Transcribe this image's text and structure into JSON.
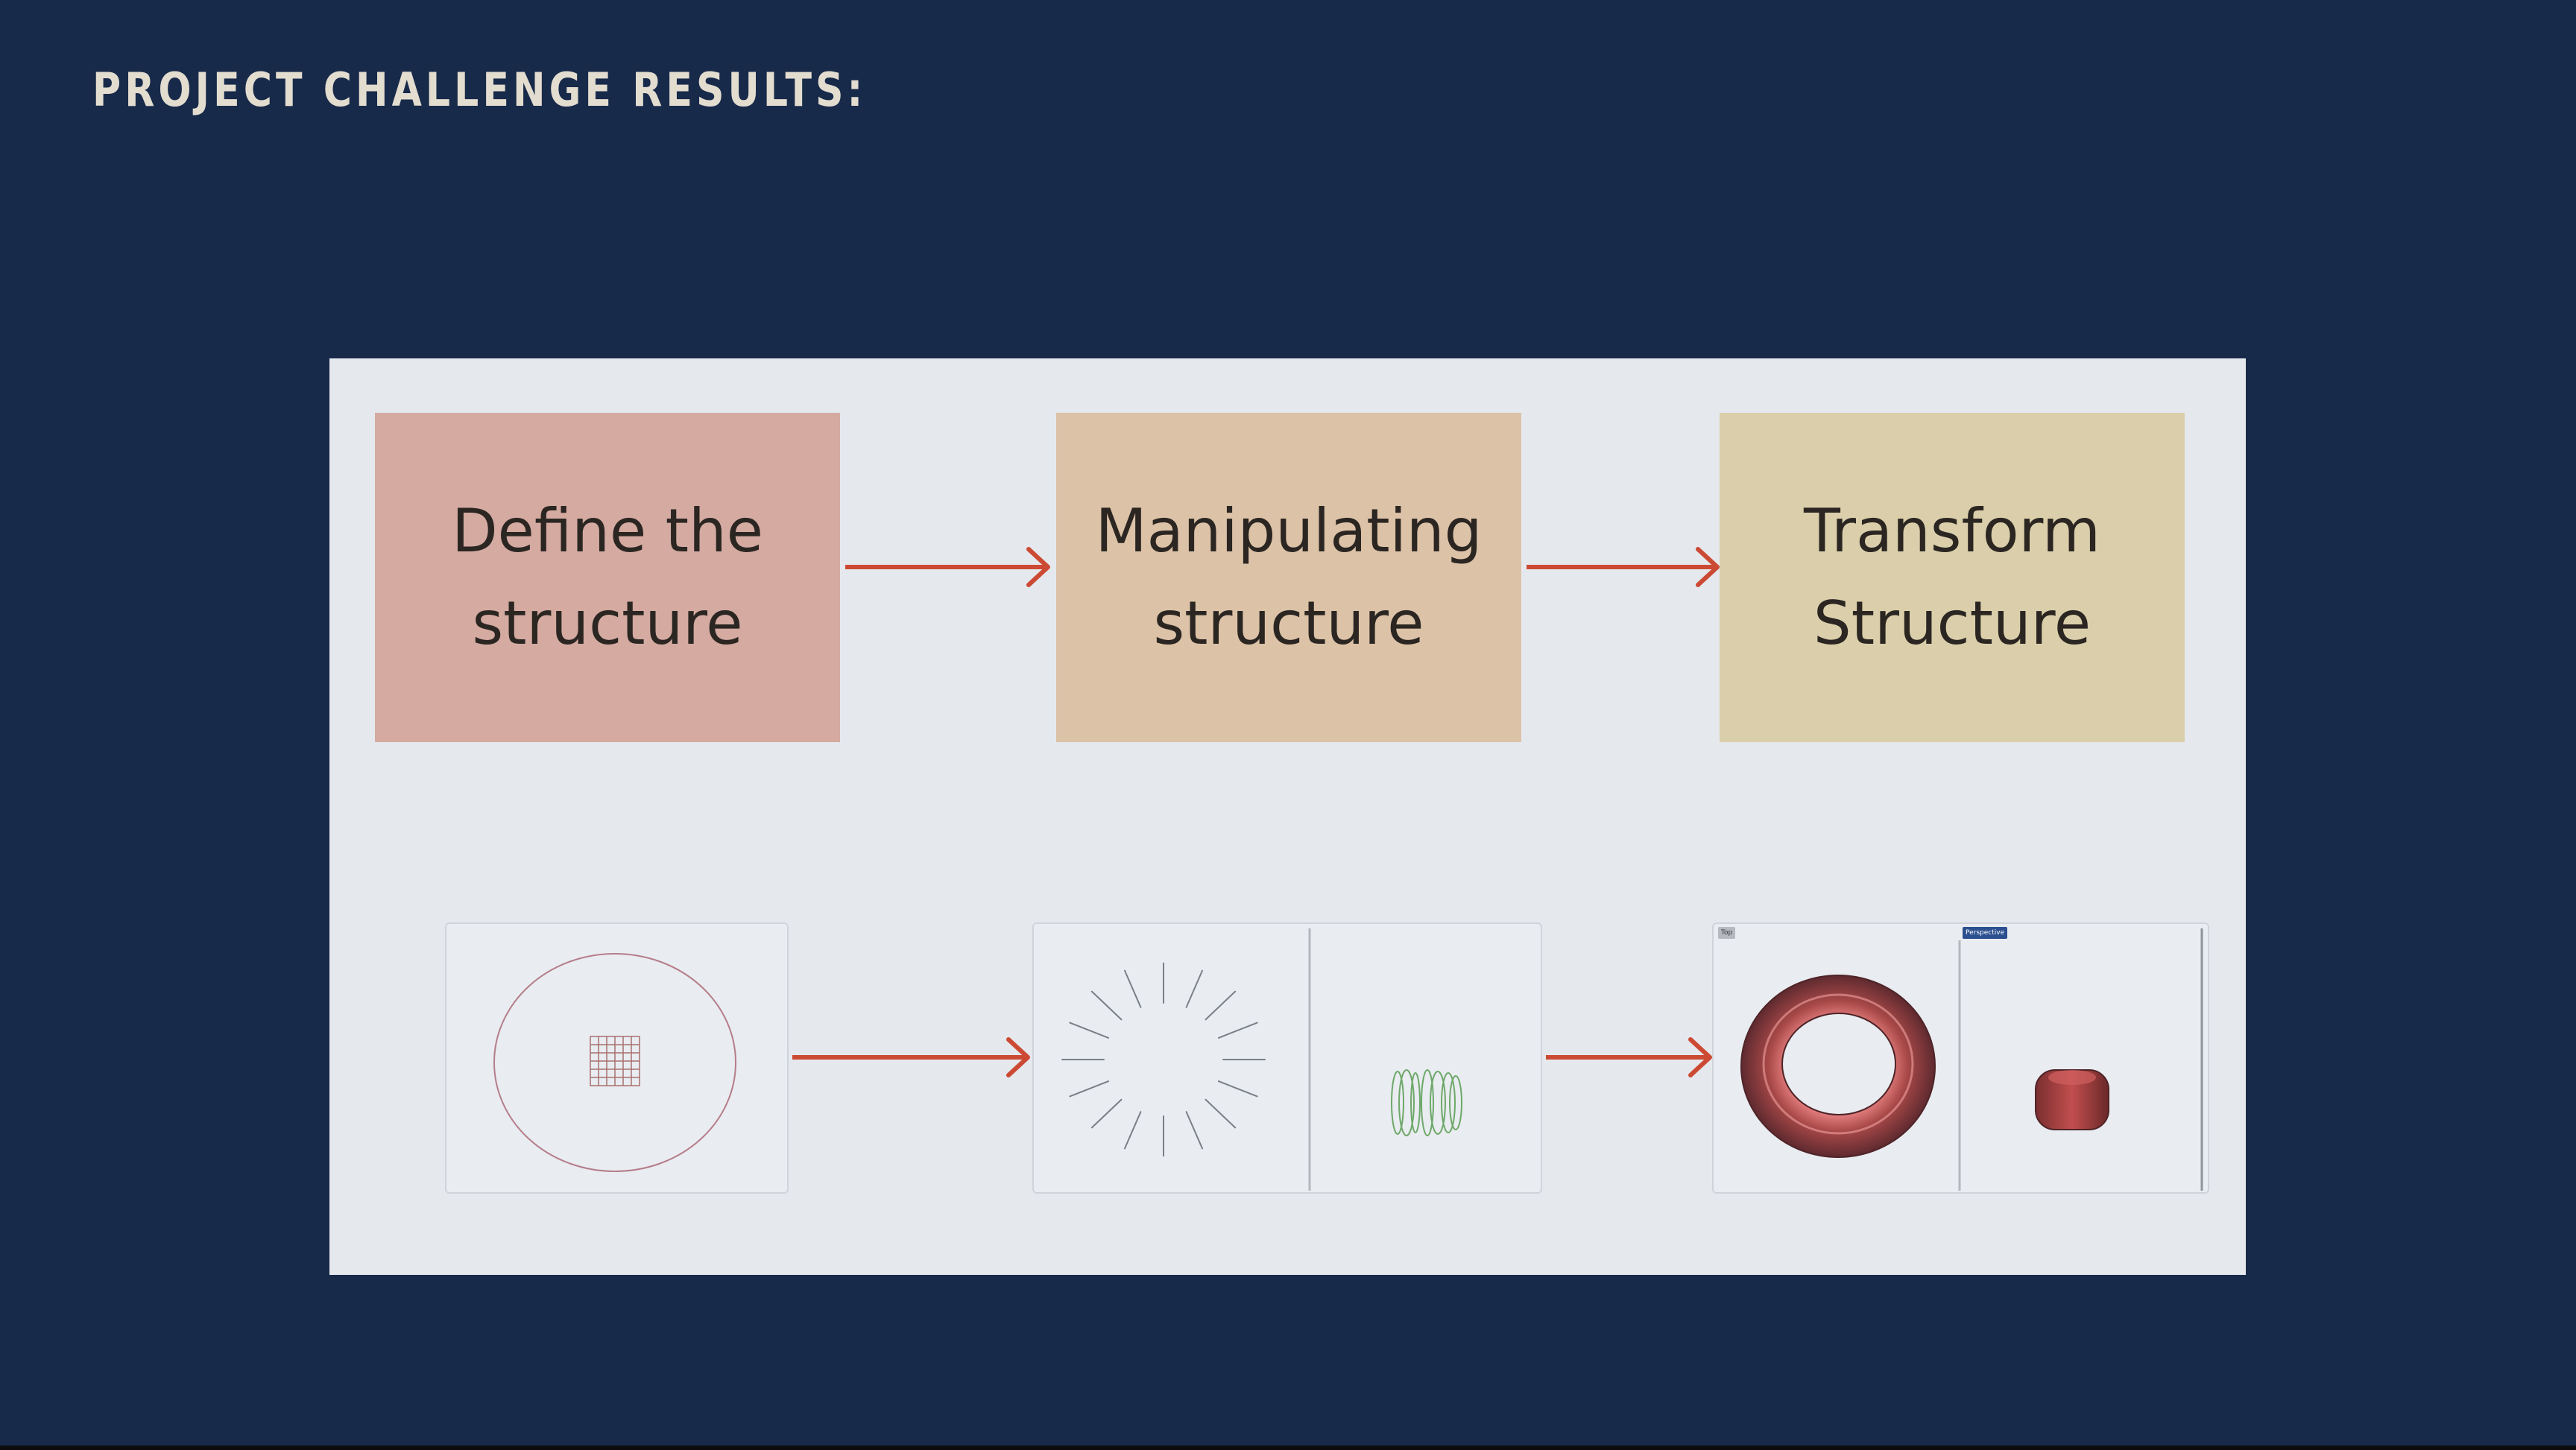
{
  "title": "PROJECT CHALLENGE RESULTS:",
  "steps": [
    {
      "label": "Define the\nstructure"
    },
    {
      "label": "Manipulating\nstructure"
    },
    {
      "label": "Transform\nStructure"
    }
  ],
  "viewport_labels": {
    "top": "Top",
    "perspective": "Perspective"
  },
  "colors": {
    "background": "#182a4a",
    "panel": "#e5e9ee",
    "title": "#e3ddd0",
    "step_1": "#d4aaa1",
    "step_2": "#dcc2a7",
    "step_3": "#dbcfab",
    "arrow": "#cc4a33",
    "torus": "#8e3a3a",
    "curves_green": "#6ea86a"
  },
  "icons": {
    "arrow": "arrow-right-icon"
  }
}
